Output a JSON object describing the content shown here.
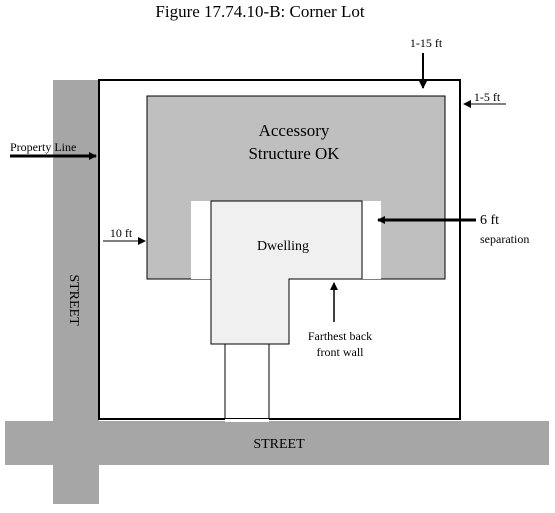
{
  "title": "Figure 17.74.10-B: Corner Lot",
  "labels": {
    "dim_top": "1-15 ft",
    "dim_right": "1-5 ft",
    "property_line": "Property Line",
    "accessory_line1": "Accessory",
    "accessory_line2": "Structure OK",
    "dim_left": "10 ft",
    "dwelling": "Dwelling",
    "separation_line1": "6 ft",
    "separation_line2": "separation",
    "farthest_line1": "Farthest back",
    "farthest_line2": "front wall",
    "street_vertical": "STREET",
    "street_horizontal": "STREET"
  },
  "colors": {
    "street": "#a6a6a6",
    "accessory": "#bfbfbf",
    "dwelling": "#f0f0f0",
    "lot": "#ffffff",
    "stroke": "#000000"
  }
}
